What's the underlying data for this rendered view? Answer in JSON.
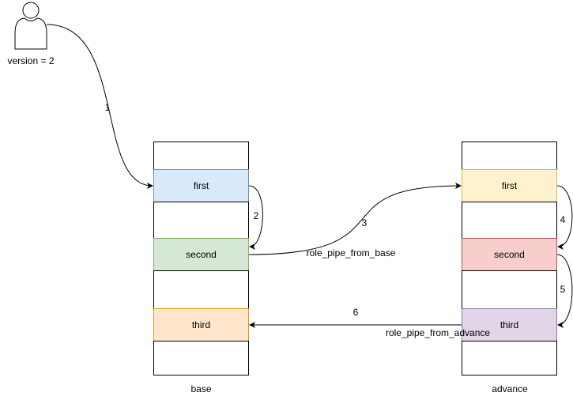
{
  "actor": {
    "label": "version = 2",
    "icon": "user-icon"
  },
  "columns": {
    "base": {
      "title": "base",
      "slots": [
        {
          "label": "",
          "fill": "#ffffff",
          "stroke": "#000000"
        },
        {
          "label": "first",
          "fill": "#dae8fc",
          "stroke": "#6c8ebf"
        },
        {
          "label": "",
          "fill": "#ffffff",
          "stroke": "#000000"
        },
        {
          "label": "second",
          "fill": "#d5e8d4",
          "stroke": "#82b366"
        },
        {
          "label": "",
          "fill": "#ffffff",
          "stroke": "#000000"
        },
        {
          "label": "third",
          "fill": "#ffe6cc",
          "stroke": "#d79b00"
        },
        {
          "label": "",
          "fill": "#ffffff",
          "stroke": "#000000"
        }
      ]
    },
    "advance": {
      "title": "advance",
      "slots": [
        {
          "label": "",
          "fill": "#ffffff",
          "stroke": "#000000"
        },
        {
          "label": "first",
          "fill": "#fff2cc",
          "stroke": "#d6b656"
        },
        {
          "label": "",
          "fill": "#ffffff",
          "stroke": "#000000"
        },
        {
          "label": "second",
          "fill": "#f8cecc",
          "stroke": "#b85450"
        },
        {
          "label": "",
          "fill": "#ffffff",
          "stroke": "#000000"
        },
        {
          "label": "third",
          "fill": "#e1d5e7",
          "stroke": "#9673a6"
        },
        {
          "label": "",
          "fill": "#ffffff",
          "stroke": "#000000"
        }
      ]
    }
  },
  "edges": [
    {
      "step": "1",
      "label": ""
    },
    {
      "step": "2",
      "label": ""
    },
    {
      "step": "3",
      "label": "role_pipe_from_base"
    },
    {
      "step": "4",
      "label": ""
    },
    {
      "step": "5",
      "label": ""
    },
    {
      "step": "6",
      "label": "role_pipe_from_advance"
    }
  ]
}
